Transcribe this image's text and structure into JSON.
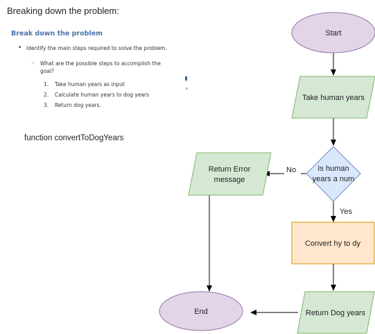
{
  "heading": "Breaking down the problem:",
  "notes": {
    "title": "Break down the problem",
    "bullet": "Identify the main steps required to solve the problem.",
    "sub_bullet": "What are the possible steps to accomplish the goal?",
    "steps": [
      {
        "num": "1.",
        "text": "Take human years as input"
      },
      {
        "num": "2.",
        "text": "Calculate human years to dog years"
      },
      {
        "num": "3.",
        "text": "Return dog years."
      }
    ]
  },
  "code_line": "function convertToDogYears",
  "flowchart": {
    "nodes": {
      "start": {
        "line1": "Start"
      },
      "input": {
        "line1": "Take human years"
      },
      "decision": {
        "line1": "Is human",
        "line2": "years a num"
      },
      "error": {
        "line1": "Return Error",
        "line2": "message"
      },
      "convert": {
        "line1": "Convert hy to dy"
      },
      "output": {
        "line1": "Return Dog years"
      },
      "end": {
        "line1": "End"
      }
    },
    "edge_labels": {
      "no": "No",
      "yes": "Yes"
    },
    "colors": {
      "terminal_fill": "#e1d5e7",
      "terminal_stroke": "#9673a6",
      "io_fill": "#d5e8d4",
      "io_stroke": "#82b366",
      "decision_fill": "#dae8fc",
      "decision_stroke": "#6c8ebf",
      "process_fill": "#ffe6cc",
      "process_stroke": "#d79b00"
    }
  }
}
